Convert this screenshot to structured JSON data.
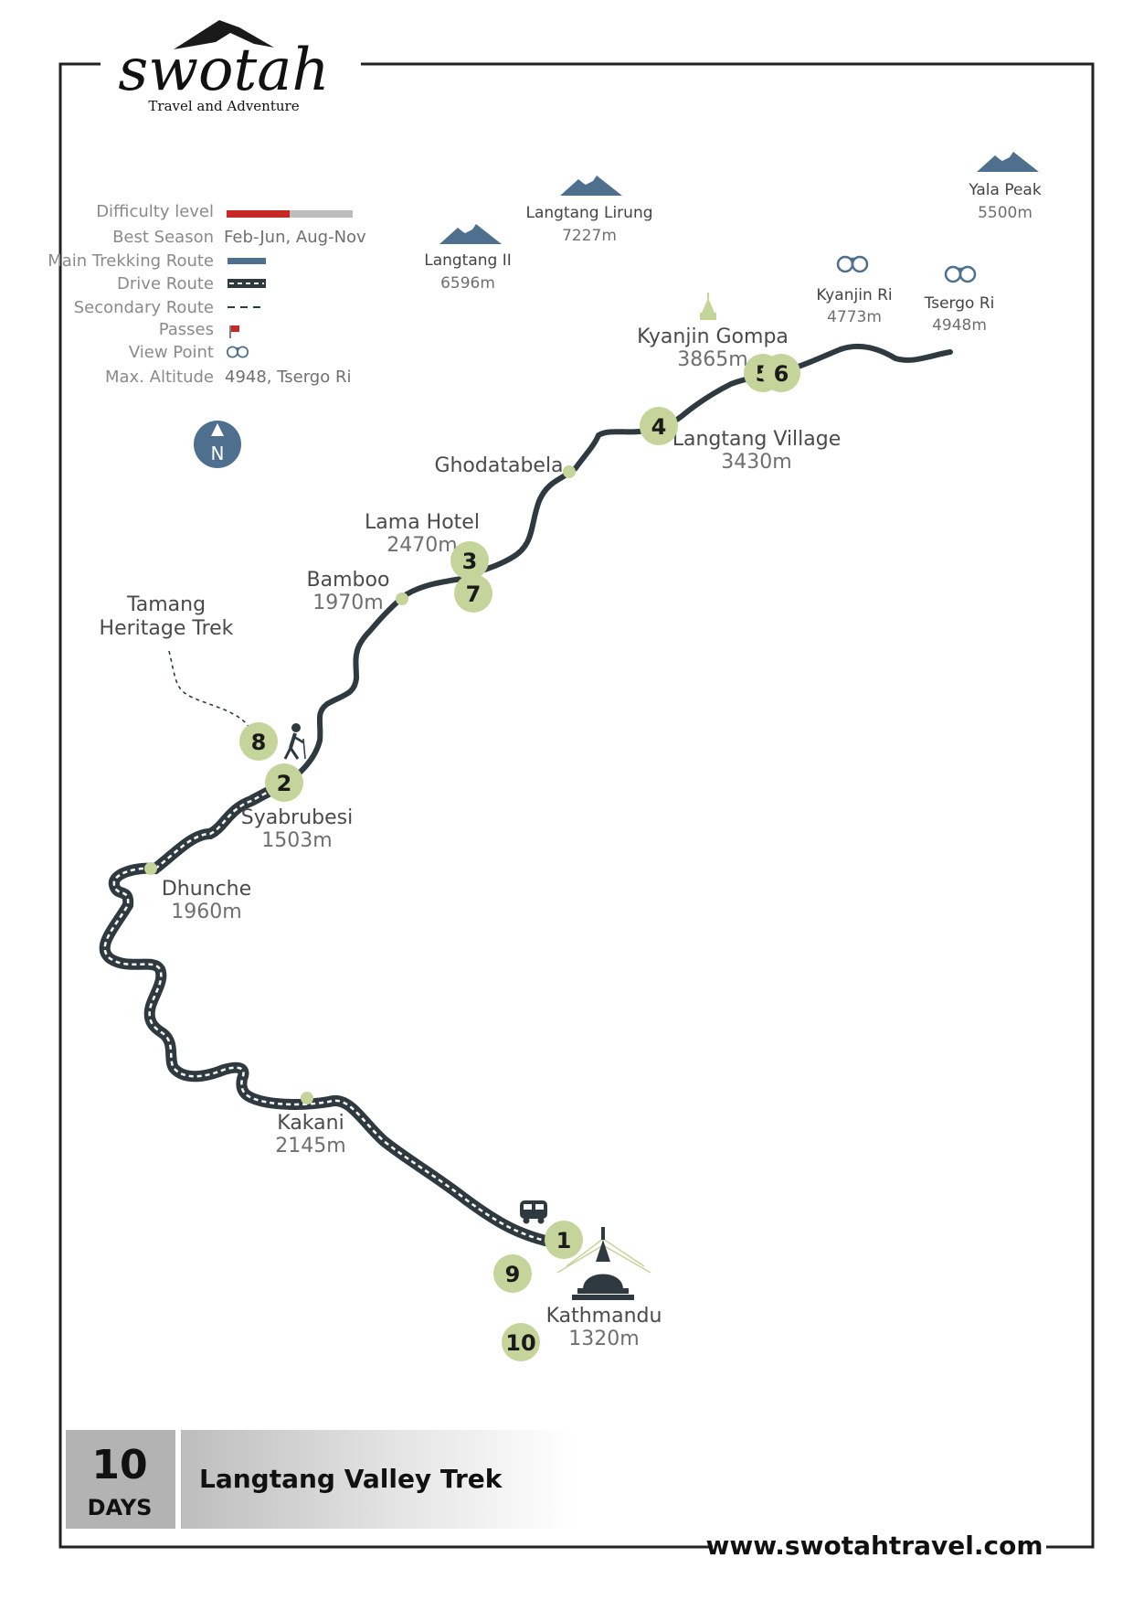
{
  "brand": {
    "name": "swotah",
    "tagline": "Travel and Adventure",
    "website": "www.swotahtravel.com"
  },
  "legend": {
    "difficulty_label": "Difficulty level",
    "difficulty_level": 0.5,
    "best_season_label": "Best Season",
    "best_season_value": "Feb-Jun, Aug-Nov",
    "main_route_label": "Main Trekking Route",
    "drive_route_label": "Drive Route",
    "secondary_route_label": "Secondary Route",
    "passes_label": "Passes",
    "viewpoint_label": "View Point",
    "max_altitude_label": "Max. Altitude",
    "max_altitude_value": "4948, Tsergo Ri",
    "compass_label": "N"
  },
  "peaks": [
    {
      "name": "Langtang Lirung",
      "altitude": "7227m"
    },
    {
      "name": "Langtang II",
      "altitude": "6596m"
    },
    {
      "name": "Yala Peak",
      "altitude": "5500m"
    }
  ],
  "viewpoints": [
    {
      "name": "Kyanjin Ri",
      "altitude": "4773m"
    },
    {
      "name": "Tsergo Ri",
      "altitude": "4948m"
    }
  ],
  "places": [
    {
      "name": "Kyanjin Gompa",
      "altitude": "3865m"
    },
    {
      "name": "Langtang Village",
      "altitude": "3430m"
    },
    {
      "name": "Ghodatabela",
      "altitude": ""
    },
    {
      "name": "Lama Hotel",
      "altitude": "2470m"
    },
    {
      "name": "Bamboo",
      "altitude": "1970m"
    },
    {
      "name": "Tamang",
      "altitude": ""
    },
    {
      "name": "Heritage Trek",
      "altitude": ""
    },
    {
      "name": "Syabrubesi",
      "altitude": "1503m"
    },
    {
      "name": "Dhunche",
      "altitude": "1960m"
    },
    {
      "name": "Kakani",
      "altitude": "2145m"
    },
    {
      "name": "Kathmandu",
      "altitude": "1320m"
    }
  ],
  "days": [
    "1",
    "2",
    "3",
    "4",
    "5",
    "6",
    "7",
    "8",
    "9",
    "10"
  ],
  "footer": {
    "days_count": "10",
    "days_label": "DAYS",
    "trek_title": "Langtang Valley Trek"
  },
  "colors": {
    "route": "#2f3a40",
    "day_marker": "#c4d49a",
    "difficulty": "#c62828",
    "legend_blue": "#4f6f8f",
    "mountain": "#4f6f8f"
  }
}
